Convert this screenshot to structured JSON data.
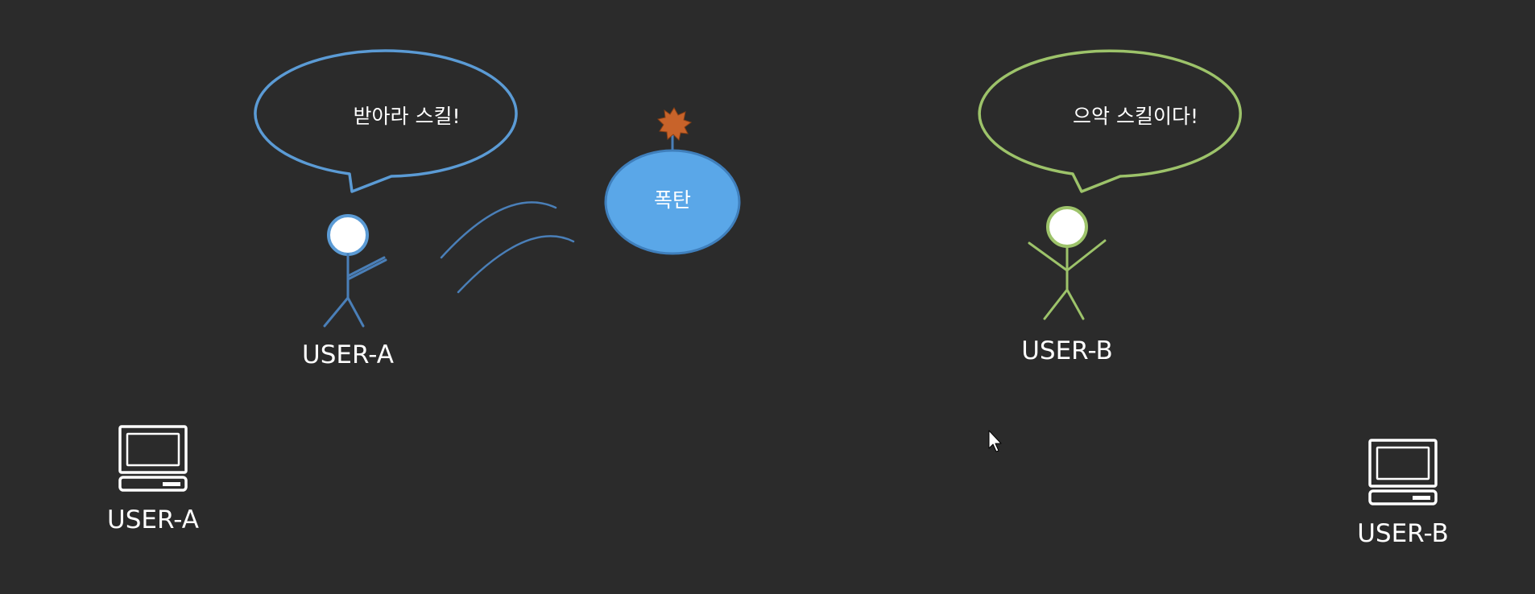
{
  "colors": {
    "background": "#2b2b2b",
    "user_a": "#5b9bd5",
    "user_a_stroke": "#4a7fb8",
    "user_b": "#9dc36a",
    "bomb_fill": "#5aa7e8",
    "bomb_spark": "#c8632a",
    "text": "#ffffff"
  },
  "icons": {
    "user_a_figure": "stick-figure-throwing-icon",
    "user_b_figure": "stick-figure-arms-up-icon",
    "bomb": "bomb-icon",
    "spark": "spark-icon",
    "computer": "computer-icon",
    "cursor": "mouse-cursor-icon"
  },
  "scene": {
    "user_a": {
      "speech": "받아라 스킬!",
      "label": "USER-A"
    },
    "bomb": {
      "label": "폭탄"
    },
    "user_b": {
      "speech": "으악 스킬이다!",
      "label": "USER-B"
    }
  },
  "computers": {
    "left": {
      "label": "USER-A"
    },
    "right": {
      "label": "USER-B"
    }
  }
}
